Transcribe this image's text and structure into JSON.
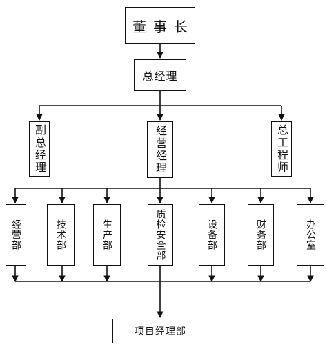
{
  "chairman": "董事长",
  "general_manager": "总经理",
  "deputy_gm": "副总经理",
  "business_manager": "经营经理",
  "chief_engineer": "总工程师",
  "departments": [
    "经营部",
    "技术部",
    "生产部",
    "质检安全部",
    "设备部",
    "财务部",
    "办公室"
  ],
  "project_dept": "项目经理部"
}
